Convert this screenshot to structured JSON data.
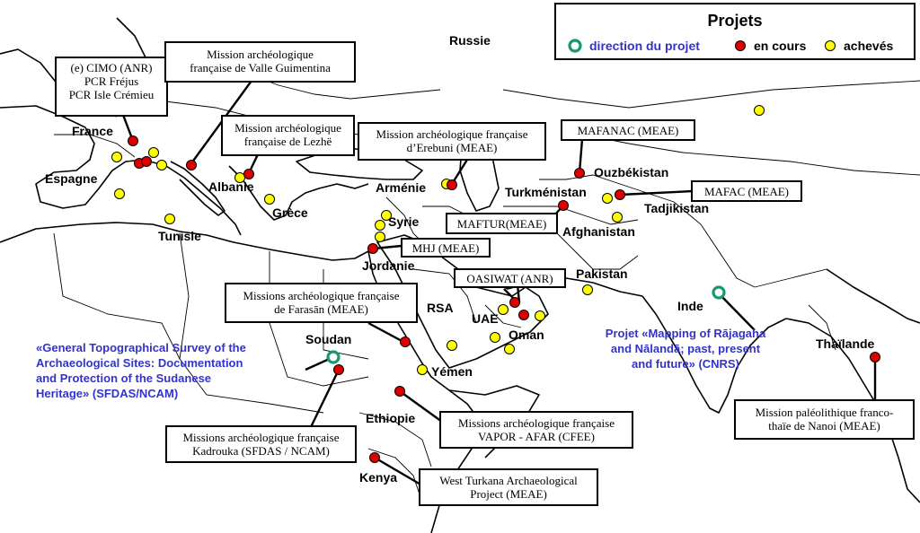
{
  "colors": {
    "ongoing": "#dd0000",
    "completed": "#ffff00",
    "direction": "#1a9a6a",
    "blue_text": "#3333cc"
  },
  "legend": {
    "title": "Projets",
    "direction": "direction du projet",
    "ongoing": "en cours",
    "completed": "achevés"
  },
  "countries": {
    "russie": "Russie",
    "france": "France",
    "espagne": "Espagne",
    "albanie": "Albanie",
    "grece": "Grèce",
    "tunisie": "Tunisie",
    "armenie": "Arménie",
    "syrie": "Syrie",
    "jordanie": "Jordanie",
    "turkmenistan": "Turkménistan",
    "ouzbekistan": "Ouzbékistan",
    "tadjikistan": "Tadjikistan",
    "afghanistan": "Afghanistan",
    "pakistan": "Pakistan",
    "inde": "Inde",
    "rsa": "RSA",
    "uae": "UAE",
    "oman": "Oman",
    "yemen": "Yémen",
    "soudan": "Soudan",
    "ethiopie": "Ethiopie",
    "kenya": "Kenya",
    "thailande": "Thaïlande"
  },
  "projects": {
    "cimo": [
      "(e) CIMO (ANR)",
      "PCR Fréjus",
      "PCR Isle Crémieu"
    ],
    "guimentina": [
      "Mission archéologique",
      "française de Valle Guimentina"
    ],
    "lezhe": [
      "Mission archéologique",
      "française de Lezhë"
    ],
    "erebuni": [
      "Mission archéologique française",
      "d’Erebuni (MEAE)"
    ],
    "mafanac": "MAFANAC (MEAE)",
    "mafac": "MAFAC (MEAE)",
    "maftur": "MAFTUR(MEAE)",
    "mhj": "MHJ (MEAE)",
    "oasiwat": "OASIWAT (ANR)",
    "farasan": [
      "Missions archéologique française",
      "de Farasān (MEAE)"
    ],
    "kadrouka": [
      "Missions archéologique française",
      "Kadrouka (SFDAS / NCAM)"
    ],
    "vapor": [
      "Missions archéologique française",
      "VAPOR - AFAR  (CFEE)"
    ],
    "turkana": [
      "West Turkana Archaeological",
      "Project (MEAE)"
    ],
    "nanoi": [
      "Mission paléolithique franco-",
      "thaïe de Nanoi (MEAE)"
    ],
    "sudan_survey": [
      "«General Topographical Survey of the",
      "Archaeological Sites: Documentation",
      "and Protection of the Sudanese",
      "Heritage» (SFDAS/NCAM)"
    ],
    "rajagaha": [
      "Projet «Mapping of Rājagaha",
      "and Nālandā; past, present",
      "and future» (CNRS)"
    ]
  }
}
